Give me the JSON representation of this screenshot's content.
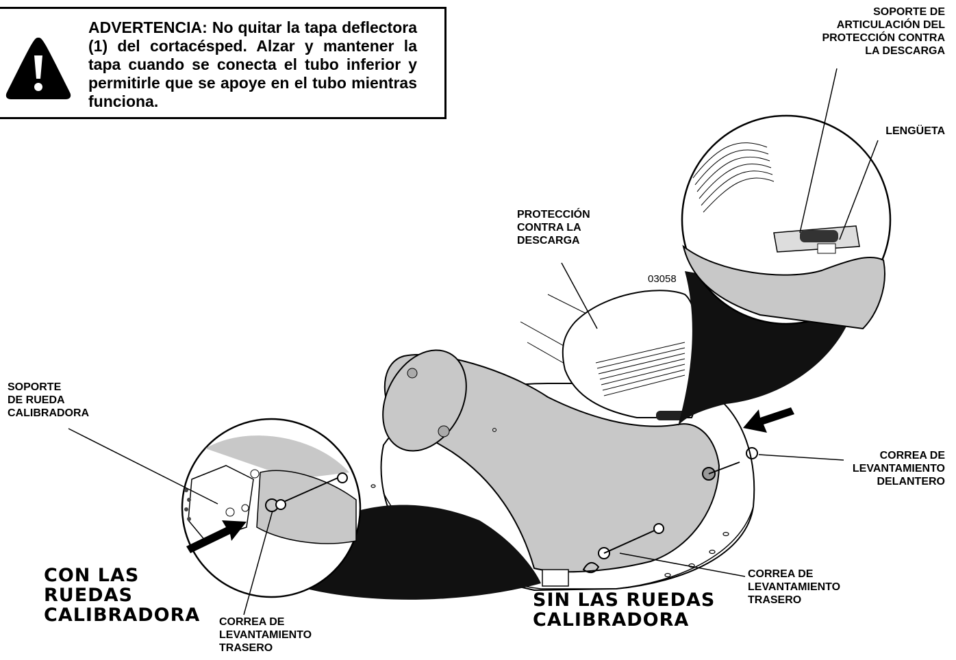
{
  "warning": {
    "text": "ADVERTENCIA: No quitar la tapa deflectora (1) del cortacésped. Alzar y mantener la tapa cuando se conecta el tubo inferior y permitirle que se apoye en el tubo mientras funciona."
  },
  "labels": {
    "soporte_articulacion": [
      "SOPORTE DE",
      "ARTICULACIÓN DEL",
      "PROTECCIÓN CONTRA",
      "LA DESCARGA"
    ],
    "lenguueta": [
      "LENGÜETA"
    ],
    "proteccion_descarga": [
      "PROTECCIÓN",
      "CONTRA LA",
      "DESCARGA"
    ],
    "figure_number": "03058",
    "soporte_rueda": [
      "SOPORTE",
      "DE RUEDA",
      "CALIBRADORA"
    ],
    "correa_delantero": [
      "CORREA DE",
      "LEVANTAMIENTO",
      "DELANTERO"
    ],
    "correa_trasero_right": [
      "CORREA DE",
      "LEVANTAMIENTO",
      "TRASERO"
    ],
    "correa_trasero_left": [
      "CORREA DE",
      "LEVANTAMIENTO",
      "TRASERO"
    ]
  },
  "headings": {
    "con_ruedas": [
      "CON LAS",
      "RUEDAS",
      "CALIBRADORA"
    ],
    "sin_ruedas": [
      "SIN LAS RUEDAS",
      "CALIBRADORA"
    ]
  }
}
